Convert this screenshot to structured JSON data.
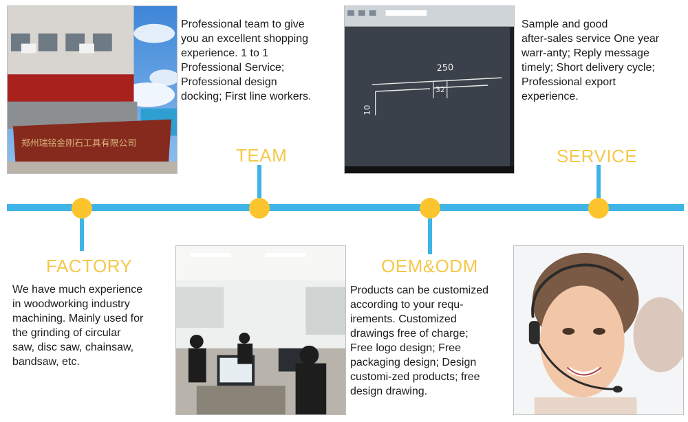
{
  "factory": {
    "heading": "FACTORY",
    "text": "We have much experience\nin woodworking industry\nmachining. Mainly used for\nthe grinding of circular\nsaw, disc saw, chainsaw,\nbandsaw, etc.",
    "sign_text": "郑州瑞铭金刚石工具有限公司"
  },
  "team": {
    "heading": "TEAM",
    "text": "Professional team to give\nyou an excellent shopping\nexperience. 1 to 1\nProfessional Service;\nProfessional design\ndocking; First line workers."
  },
  "oem": {
    "heading": "OEM&ODM",
    "text": "Products can be customized\naccording to your  requ-\nirements. Customized\ndrawings free of charge;\nFree logo design; Free\npackaging design; Design\ncustomi-zed products; free\ndesign drawing.",
    "cad_dim_top": "250",
    "cad_dim_mid": "32",
    "cad_dim_side": "10"
  },
  "service": {
    "heading": "SERVICE",
    "text": "Sample and good\nafter-sales service One year\nwarr-anty; Reply message\ntimely; Short delivery  cycle;\nProfessional export\nexperience."
  },
  "colors": {
    "timeline": "#3fb4e6",
    "node": "#fcc52e",
    "heading": "#f5c84a"
  }
}
